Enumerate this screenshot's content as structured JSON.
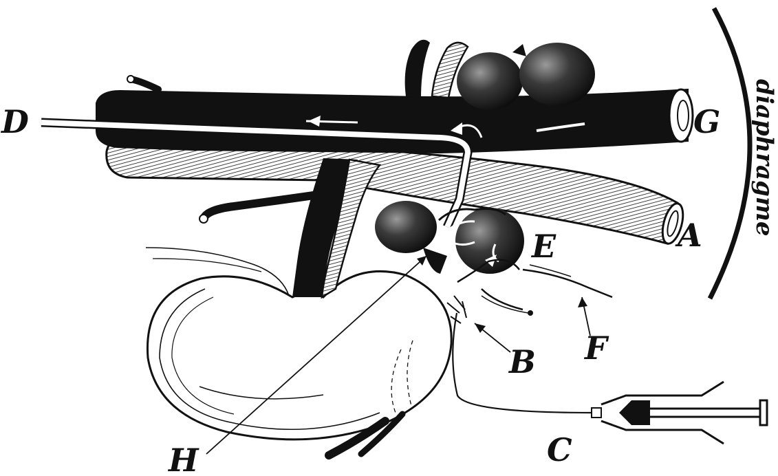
{
  "labels": {
    "a": "A",
    "b": "B",
    "c": "C",
    "d": "D",
    "e": "E",
    "f": "F",
    "g": "G",
    "h": "H"
  },
  "side_label": "diaphragme",
  "colors": {
    "ink": "#111111",
    "paper": "#ffffff",
    "shade": "#6e6e6e"
  }
}
